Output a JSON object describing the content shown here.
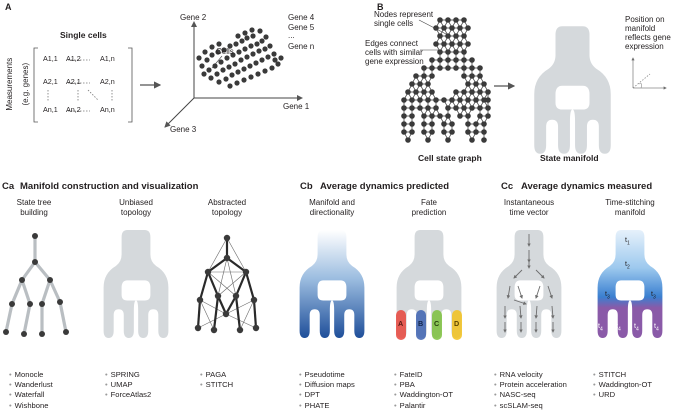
{
  "panelA": {
    "letter": "A",
    "single_cells": "Single cells",
    "measurements": "Measurements",
    "measurements_sub": "(e.g. genes)",
    "matrix": {
      "r1": [
        "A1,1",
        "A1,2",
        "A1,n"
      ],
      "r2": [
        "A2,1",
        "A2,1",
        "A2,n"
      ],
      "r3": [
        "An,1",
        "An,2",
        "An,n"
      ]
    },
    "gene2": "Gene 2",
    "gene1": "Gene 1",
    "gene3": "Gene 3",
    "gene4": "Gene 4",
    "gene5": "Gene 5",
    "ellipsis": "...",
    "genen": "Gene n",
    "cells": "Cells"
  },
  "panelB": {
    "letter": "B",
    "nodes_line1": "Nodes represent",
    "nodes_line2": "single cells",
    "edges_line1": "Edges connect",
    "edges_line2": "cells with similar",
    "edges_line3": "gene expression",
    "position_line1": "Position on",
    "position_line2": "manifold",
    "position_line3": "reflects gene",
    "position_line4": "expression",
    "graph_caption": "Cell state graph",
    "manifold_caption": "State manifold"
  },
  "panelCa": {
    "letter": "Ca",
    "title": "Manifold construction and visualization",
    "col1_title1": "State tree",
    "col1_title2": "building",
    "col2_title1": "Unbiased",
    "col2_title2": "topology",
    "col3_title1": "Abstracted",
    "col3_title2": "topology",
    "col1_items": [
      "Monocle",
      "Wanderlust",
      "Waterfall",
      "Wishbone"
    ],
    "col2_items": [
      "SPRING",
      "UMAP",
      "ForceAtlas2"
    ],
    "col3_items": [
      "PAGA",
      "STITCH"
    ]
  },
  "panelCb": {
    "letter": "Cb",
    "title": "Average dynamics predicted",
    "col1_title1": "Manifold and",
    "col1_title2": "directionality",
    "col2_title1": "Fate",
    "col2_title2": "prediction",
    "fates": [
      "A",
      "B",
      "C",
      "D"
    ],
    "col1_items": [
      "Pseudotime",
      "Diffusion maps",
      "DPT",
      "PHATE"
    ],
    "col2_items": [
      "FateID",
      "PBA",
      "Waddington-OT",
      "Palantir"
    ]
  },
  "panelCc": {
    "letter": "Cc",
    "title": "Average dynamics measured",
    "col1_title1": "Instantaneous",
    "col1_title2": "time vector",
    "col2_title1": "Time-stitching",
    "col2_title2": "manifold",
    "time_labels": [
      "t",
      "1",
      "2",
      "3",
      "4"
    ],
    "col1_items": [
      "RNA velocity",
      "Protein acceleration",
      "NASC-seq",
      "scSLAM-seq"
    ],
    "col2_items": [
      "STITCH",
      "Waddington-OT",
      "URD"
    ]
  },
  "colors": {
    "manifold_grey": "#d5d9dc",
    "node": "#3a3a3a",
    "blue_dark": "#2d5aa0",
    "purple": "#8e5ba8",
    "fate_red": "#e8453c",
    "fate_blue": "#3d62b0",
    "fate_green": "#7cbf3d",
    "fate_yellow": "#f2c11d"
  }
}
